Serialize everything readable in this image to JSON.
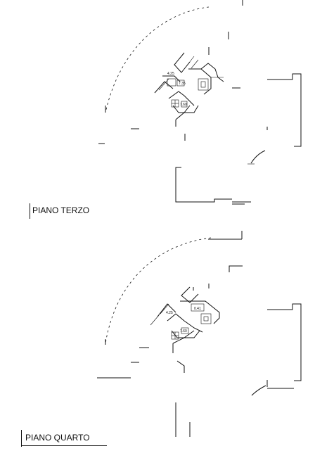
{
  "floors": [
    {
      "label": "PIANO TERZO",
      "room_marks": [
        "7.35",
        "4.25",
        "7.60"
      ]
    },
    {
      "label": "PIANO QUARTO",
      "room_marks": [
        "0.41",
        "4.25",
        "7.60"
      ]
    }
  ]
}
